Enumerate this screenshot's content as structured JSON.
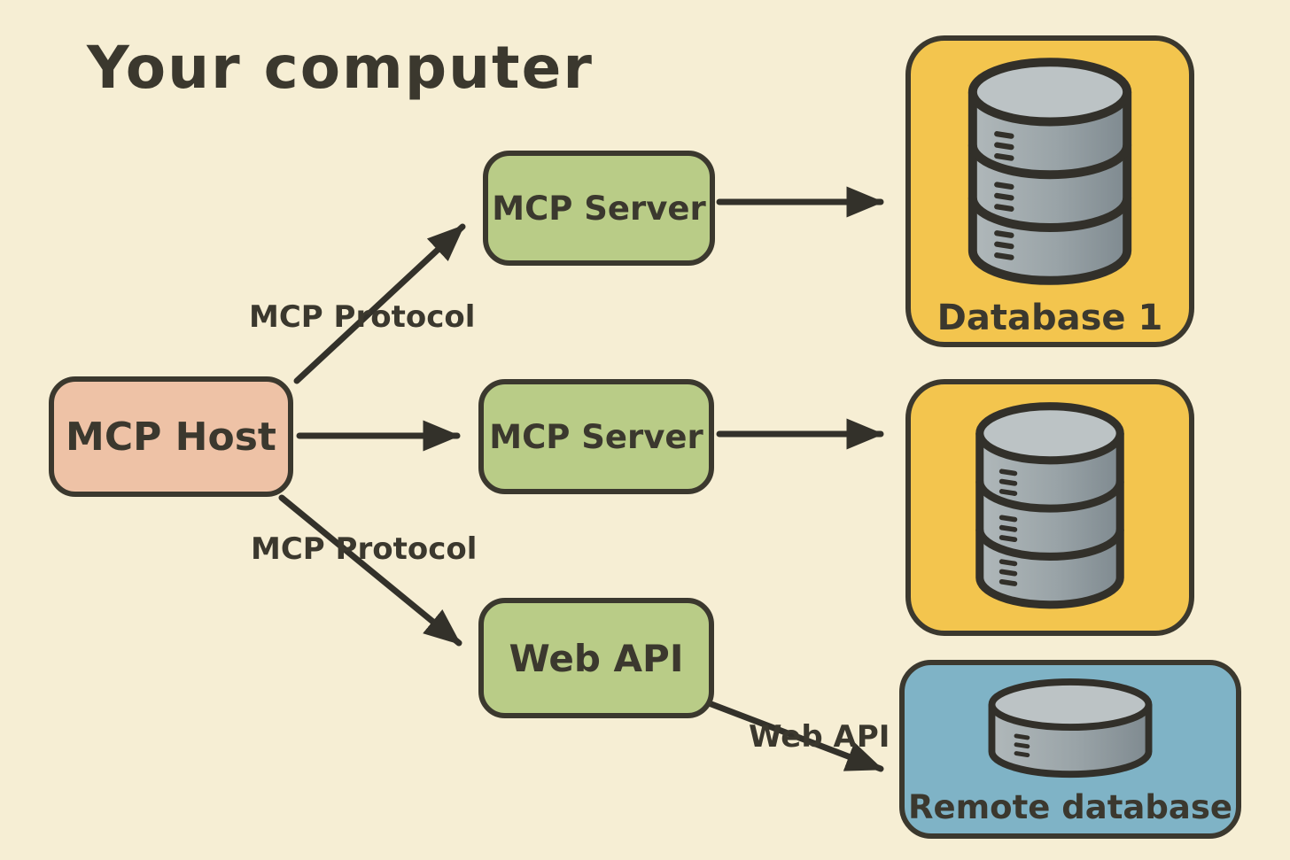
{
  "title": "Your computer",
  "nodes": {
    "mcp_host": {
      "label": "MCP Host"
    },
    "mcp_server_1": {
      "label": "MCP Server"
    },
    "mcp_server_2": {
      "label": "MCP Server"
    },
    "web_api": {
      "label": "Web API"
    },
    "database_1": {
      "label": "Database 1"
    },
    "database_2": {
      "label": ""
    },
    "remote_database": {
      "label": "Remote database"
    }
  },
  "edge_labels": {
    "host_to_server1": "MCP Protocol",
    "host_to_webapi": "MCP Protocol",
    "webapi_to_remote": "Web API"
  },
  "icons": {
    "database_1": "database-stack-icon",
    "database_2": "database-stack-icon",
    "remote_database": "database-icon"
  },
  "colors": {
    "background": "#f6eed4",
    "ink": "#3b382e",
    "host_fill": "#eec2a6",
    "server_fill": "#b9cc87",
    "database_fill": "#f3c54e",
    "remote_fill": "#7fb3c6",
    "db_cylinder_light": "#b6bdbf",
    "db_cylinder_dark": "#7f8a90"
  }
}
